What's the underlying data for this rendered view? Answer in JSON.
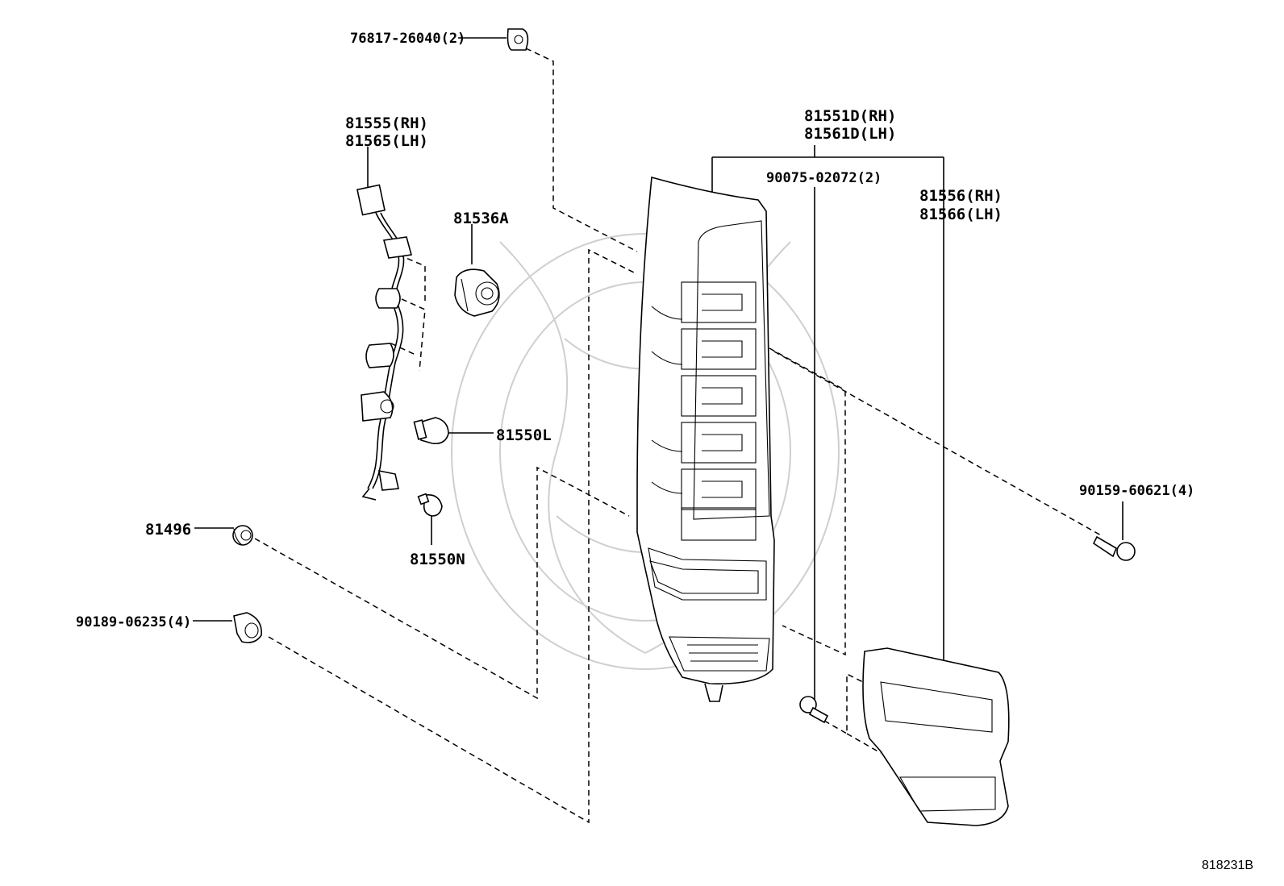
{
  "parts": {
    "p76817": "76817-26040(2)",
    "p81555": "81555(RH)",
    "p81565": "81565(LH)",
    "p81536a": "81536A",
    "p81550l": "81550L",
    "p81550n": "81550N",
    "p81496": "81496",
    "p90189": "90189-06235(4)",
    "p81551d": "81551D(RH)",
    "p81561d": "81561D(LH)",
    "p90075": "90075-02072(2)",
    "p81556": "81556(RH)",
    "p81566": "81566(LH)",
    "p90159": "90159-60621(4)"
  },
  "diagram_code": "818231B"
}
